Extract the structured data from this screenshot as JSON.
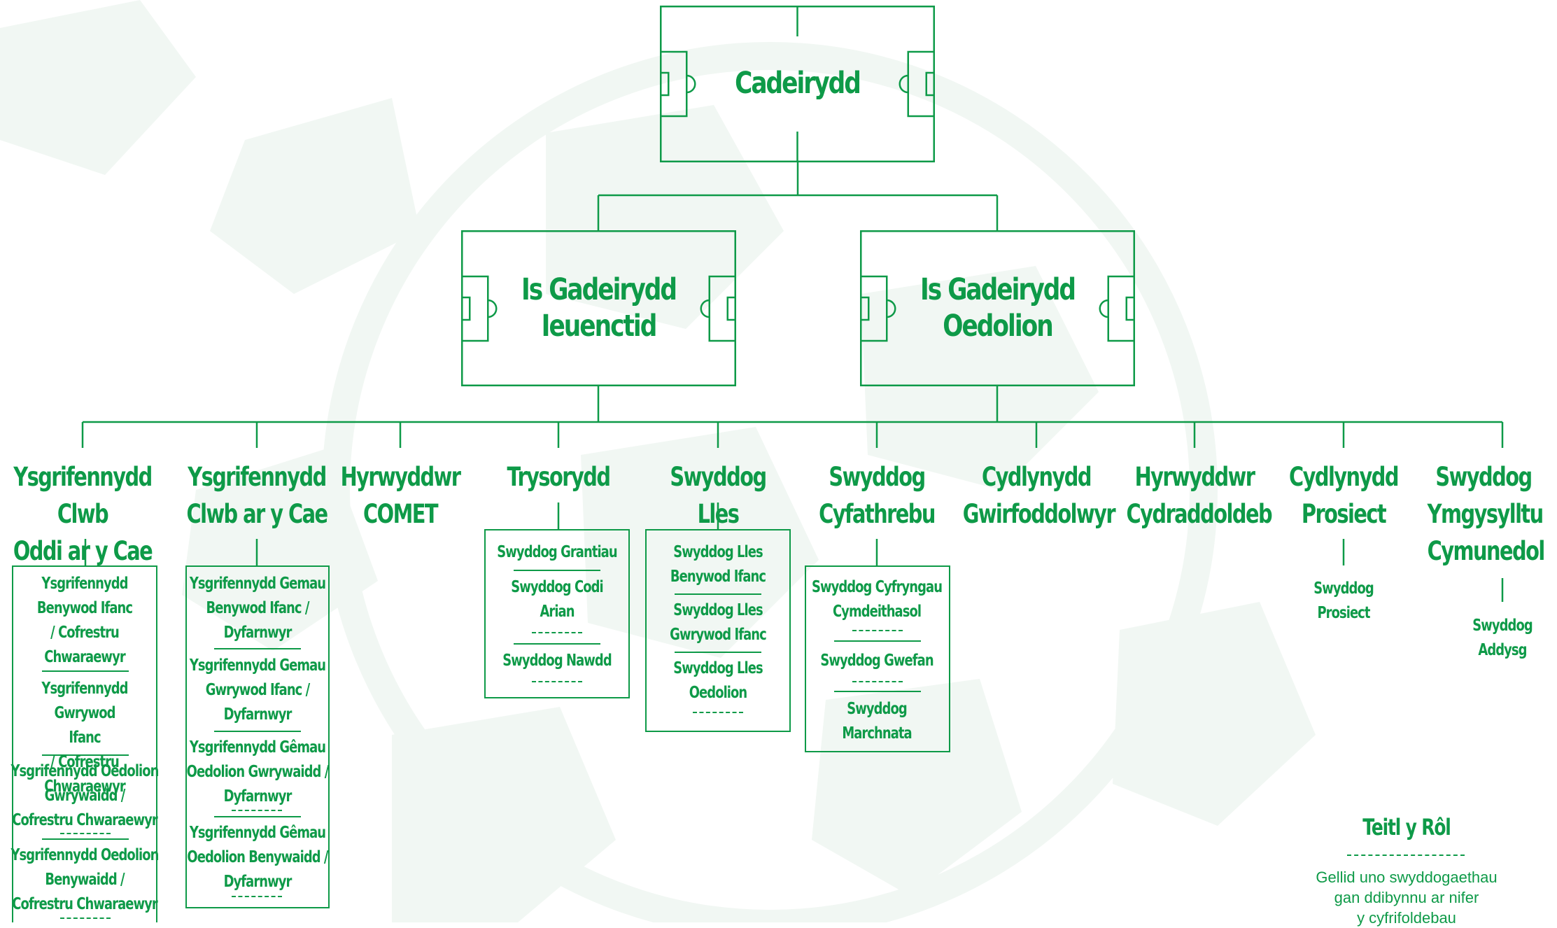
{
  "colors": {
    "accent": "#0e9a48",
    "background_ball": "#f1f7f3"
  },
  "chair": {
    "title": "Cadeirydd"
  },
  "vice_youth": {
    "line1": "Is Gadeirydd",
    "line2": "Ieuenctid"
  },
  "vice_adult": {
    "line1": "Is Gadeirydd",
    "line2": "Oedolion"
  },
  "roles": [
    {
      "line1": "Ysgrifennydd Clwb",
      "line2": "Oddi ar y Cae"
    },
    {
      "line1": "Ysgrifennydd",
      "line2": "Clwb ar y Cae"
    },
    {
      "line1": "Hyrwyddwr",
      "line2": "COMET"
    },
    {
      "line1": "Trysorydd",
      "line2": ""
    },
    {
      "line1": "Swyddog Lles",
      "line2": ""
    },
    {
      "line1": "Swyddog",
      "line2": "Cyfathrebu"
    },
    {
      "line1": "Cydlynydd",
      "line2": "Gwirfoddolwyr"
    },
    {
      "line1": "Hyrwyddwr",
      "line2": "Cydraddoldeb"
    },
    {
      "line1": "Cydlynydd",
      "line2": "Prosiect"
    },
    {
      "line1": "Swyddog",
      "line2": "Ymgysylltu",
      "line3": "Cymunedol"
    }
  ],
  "off_field": {
    "items": [
      {
        "lines": [
          "Ysgrifennydd",
          "Benywod Ifanc",
          "/ Cofrestru",
          "Chwaraewyr"
        ]
      },
      {
        "lines": [
          "Ysgrifennydd Gwrywod",
          "Ifanc",
          "/ Cofrestru Chwaraewyr"
        ]
      },
      {
        "lines": [
          "Ysgrifennydd Oedolion",
          "Gwrywaidd /",
          "Cofrestru Chwaraewyr"
        ]
      },
      {
        "lines": [
          "Ysgrifennydd Oedolion",
          "Benywaidd /",
          "Cofrestru Chwaraewyr"
        ]
      }
    ]
  },
  "on_field": {
    "items": [
      {
        "lines": [
          "Ysgrifennydd Gemau",
          "Benywod Ifanc /",
          "Dyfarnwyr"
        ]
      },
      {
        "lines": [
          "Ysgrifennydd Gemau",
          "Gwrywod Ifanc /",
          "Dyfarnwyr"
        ]
      },
      {
        "lines": [
          "Ysgrifennydd Gêmau",
          "Oedolion Gwrywaidd /",
          "Dyfarnwyr"
        ]
      },
      {
        "lines": [
          "Ysgrifennydd Gêmau",
          "Oedolion Benywaidd /",
          "Dyfarnwyr"
        ]
      }
    ]
  },
  "treasurer": {
    "items": [
      {
        "lines": [
          "Swyddog Grantiau"
        ]
      },
      {
        "lines": [
          "Swyddog Codi",
          "Arian"
        ]
      },
      {
        "lines": [
          "Swyddog Nawdd"
        ]
      }
    ]
  },
  "welfare": {
    "items": [
      {
        "lines": [
          "Swyddog Lles",
          "Benywod Ifanc"
        ]
      },
      {
        "lines": [
          "Swyddog Lles",
          "Gwrywod Ifanc"
        ]
      },
      {
        "lines": [
          "Swyddog Lles",
          "Oedolion"
        ]
      }
    ]
  },
  "comms": {
    "items": [
      {
        "lines": [
          "Swyddog Cyfryngau",
          "Cymdeithasol"
        ]
      },
      {
        "lines": [
          "Swyddog Gwefan"
        ]
      },
      {
        "lines": [
          "Swyddog",
          "Marchnata"
        ]
      }
    ]
  },
  "project": {
    "lines": [
      "Swyddog",
      "Prosiect"
    ]
  },
  "community": {
    "lines": [
      "Swyddog",
      "Addysg"
    ]
  },
  "legend": {
    "title": "Teitl y Rôl",
    "note_line1": "Gellid uno swyddogaethau",
    "note_line2": "gan ddibynnu ar nifer",
    "note_line3": "y cyfrifoldebau"
  }
}
